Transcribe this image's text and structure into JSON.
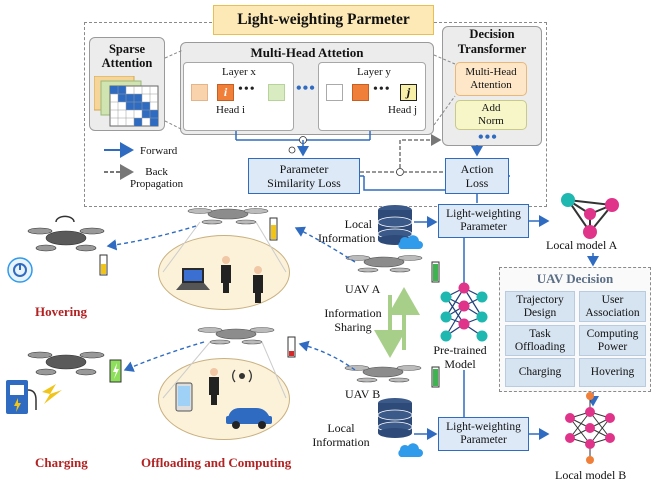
{
  "title": "Light-weighting Parmeter",
  "sparse_attention": {
    "title_line1": "Sparse",
    "title_line2": "Attention"
  },
  "multi_head": {
    "title": "Multi-Head Attetion",
    "layer_x": "Layer x",
    "layer_y": "Layer y",
    "head_i": "Head i",
    "head_j": "Head j",
    "token_i": "i",
    "token_j": "j"
  },
  "decision_transformer": {
    "title_line1": "Decision",
    "title_line2": "Transformer",
    "mha_line1": "Multi-Head",
    "mha_line2": "Attention",
    "add_line1": "Add",
    "add_line2": "Norm"
  },
  "legend": {
    "forward": "Forward",
    "back_line1": "Back",
    "back_line2": "Propagation"
  },
  "losses": {
    "param_line1": "Parameter",
    "param_line2": "Similarity Loss",
    "action_line1": "Action",
    "action_line2": "Loss"
  },
  "local_info_a": {
    "line1": "Local",
    "line2": "Information"
  },
  "local_info_b": {
    "line1": "Local",
    "line2": "Information"
  },
  "lw_a": {
    "line1": "Light-weighting",
    "line2": "Parameter"
  },
  "lw_b": {
    "line1": "Light-weighting",
    "line2": "Parameter"
  },
  "local_model_a": "Local model A",
  "local_model_b": "Local model B",
  "uav_a": "UAV A",
  "uav_b": "UAV B",
  "info_sharing": {
    "line1": "Information",
    "line2": "Sharing"
  },
  "pretrained": {
    "line1": "Pre-trained",
    "line2": "Model"
  },
  "uav_decision": {
    "title": "UAV Decision",
    "items": [
      {
        "line1": "Trajectory",
        "line2": "Design"
      },
      {
        "line1": "User",
        "line2": "Association"
      },
      {
        "line1": "Task",
        "line2": "Offloading"
      },
      {
        "line1": "Computing",
        "line2": "Power"
      },
      {
        "line1": "Charging",
        "line2": ""
      },
      {
        "line1": "Hovering",
        "line2": ""
      }
    ]
  },
  "hovering": "Hovering",
  "charging": "Charging",
  "offloading": "Offloading and Computing",
  "colors": {
    "accent_blue": "#2f6cc1",
    "title_fill": "#fde9b6",
    "red_label": "#b22222",
    "green_arrow": "#a8cf8a"
  }
}
